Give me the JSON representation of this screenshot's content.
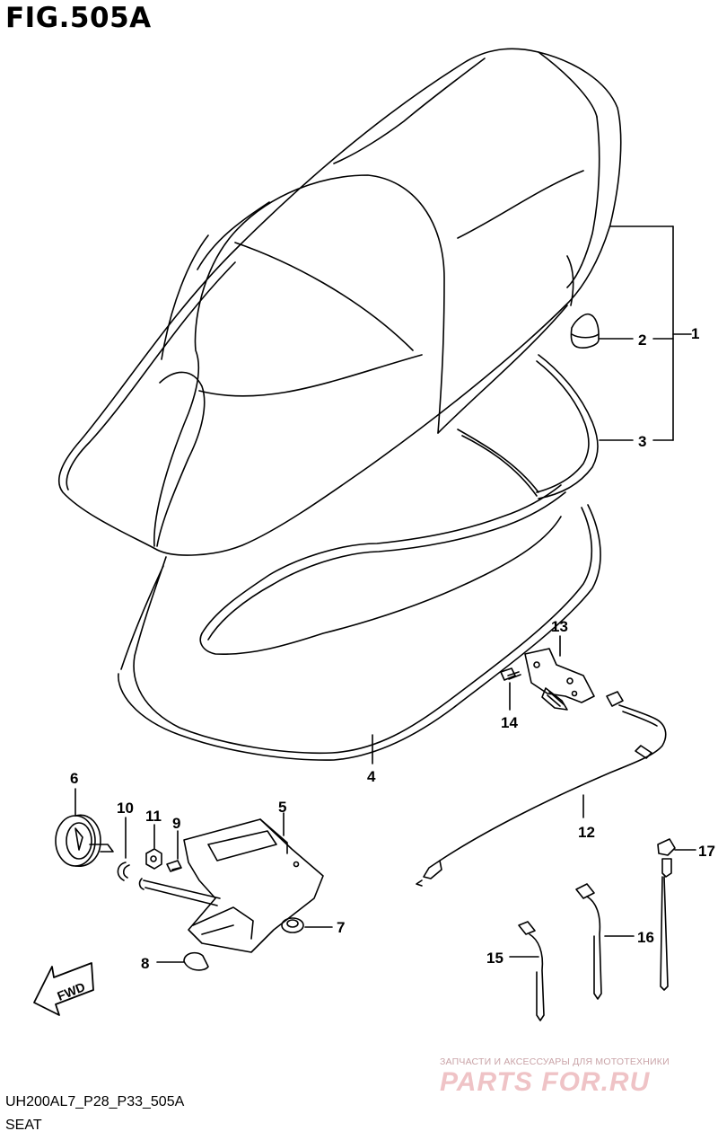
{
  "figure": {
    "title": "FIG.505A",
    "code": "UH200AL7_P28_P33_505A",
    "caption": "SEAT"
  },
  "direction_label": "FWD",
  "callouts": [
    {
      "id": "c1",
      "label": "1",
      "part": "seat-assembly"
    },
    {
      "id": "c2",
      "label": "2",
      "part": "cushion"
    },
    {
      "id": "c3",
      "label": "3",
      "part": "seal"
    },
    {
      "id": "c4",
      "label": "4",
      "part": "seal"
    },
    {
      "id": "c5",
      "label": "5",
      "part": "lock-bracket"
    },
    {
      "id": "c6",
      "label": "6",
      "part": "lock-cylinder"
    },
    {
      "id": "c7",
      "label": "7",
      "part": "nut"
    },
    {
      "id": "c8",
      "label": "8",
      "part": "cap"
    },
    {
      "id": "c9",
      "label": "9",
      "part": "screw"
    },
    {
      "id": "c10",
      "label": "10",
      "part": "clip"
    },
    {
      "id": "c11",
      "label": "11",
      "part": "nut"
    },
    {
      "id": "c12",
      "label": "12",
      "part": "cable"
    },
    {
      "id": "c13",
      "label": "13",
      "part": "hinge-lock"
    },
    {
      "id": "c14",
      "label": "14",
      "part": "screw"
    },
    {
      "id": "c15",
      "label": "15",
      "part": "clamp"
    },
    {
      "id": "c16",
      "label": "16",
      "part": "clamp"
    },
    {
      "id": "c17",
      "label": "17",
      "part": "clamp"
    }
  ],
  "watermark": {
    "tagline": "ЗАПЧАСТИ И АКСЕССУАРЫ ДЛЯ МОТОТЕХНИКИ",
    "logo": "PARTS FOR.RU"
  },
  "colors": {
    "line": "#000000",
    "watermark": "#e8b7bb"
  }
}
